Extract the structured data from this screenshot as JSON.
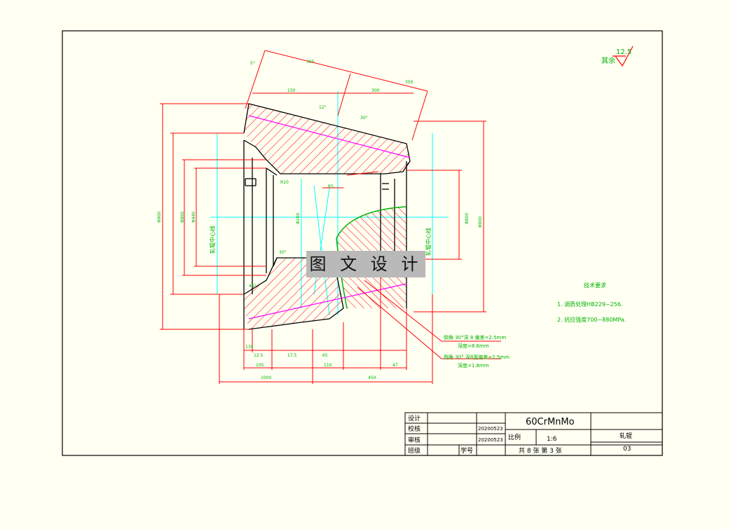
{
  "surface_finish": {
    "value": "12.5",
    "label": "其余"
  },
  "tech_notes": {
    "title": "技术要求",
    "items": [
      "1.  调质处理HB229~256.",
      "2.  抗拉强度700~880MPa."
    ]
  },
  "callouts": {
    "bevel1_a": "倒角 30°深 8 偏差=2.5mm",
    "bevel1_b": "深度=8.6mm",
    "bevel2_a": "倒角 30°  深8宽偏差=2.5mm",
    "bevel2_b": "深度=1.8mm"
  },
  "vertical_notes": {
    "left": "轧辊中心线",
    "right": "轧辊中心线"
  },
  "dims": {
    "top_diag": "355",
    "top_left": "5°",
    "top_seg1": "150",
    "top_seg2": "300",
    "top_seg3": "350",
    "left_overall": "Φ900",
    "left_mid": "Φ800",
    "left_inner": "Φ440",
    "right_overall": "Φ900",
    "right_inner": "Φ800",
    "center_small": "Φ280",
    "bottom_1": "135",
    "bottom_2": "12.5",
    "bottom_3": "17.5",
    "bottom_4": "65",
    "bottom_5": "105",
    "bottom_6": "110",
    "bottom_7": "1000",
    "bottom_8": "450",
    "bottom_9": "47",
    "angle_1": "12°",
    "angle_2": "30°",
    "angle_3": "45°",
    "angle_4": "30°",
    "angle_5": "R10",
    "angle_6": "R5"
  },
  "watermark": "图 文 设 计",
  "title_block": {
    "material": "60CrMnMo",
    "rows": [
      "设计",
      "校核",
      "审核",
      "班级"
    ],
    "student_label": "学号",
    "dates": [
      "20200523",
      "20200523"
    ],
    "scale_label": "比例",
    "scale_value": "1:6",
    "sheets": "共 8 张   第 3 张",
    "part_name": "轧辊",
    "drawing_no": "03"
  },
  "colors": {
    "outline": "#000000",
    "dimension": "#ff0000",
    "hatch": "#ff0000",
    "centerline": "#00ffff",
    "pitch": "#ff00ff",
    "annotation": "#00b300"
  }
}
